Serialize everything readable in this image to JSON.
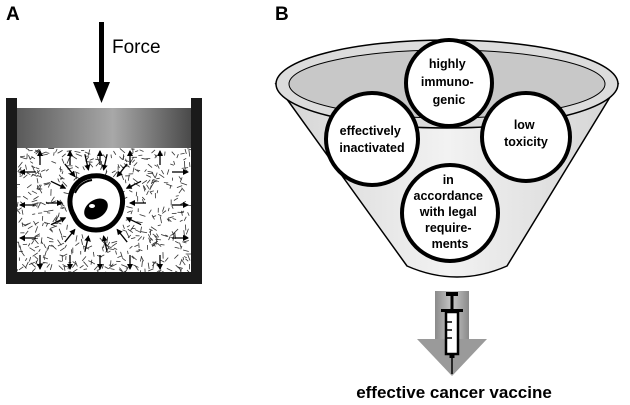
{
  "panel_a": {
    "label": "A",
    "force_label": "Force"
  },
  "panel_b": {
    "label": "B",
    "criteria": [
      {
        "lines": [
          "highly",
          "immuno-",
          "genic"
        ]
      },
      {
        "lines": [
          "effectively",
          "inactivated"
        ]
      },
      {
        "lines": [
          "low",
          "toxicity"
        ]
      },
      {
        "lines": [
          "in",
          "accordance",
          "with legal",
          "require-",
          "ments"
        ]
      }
    ],
    "result_label": "effective cancer vaccine"
  }
}
